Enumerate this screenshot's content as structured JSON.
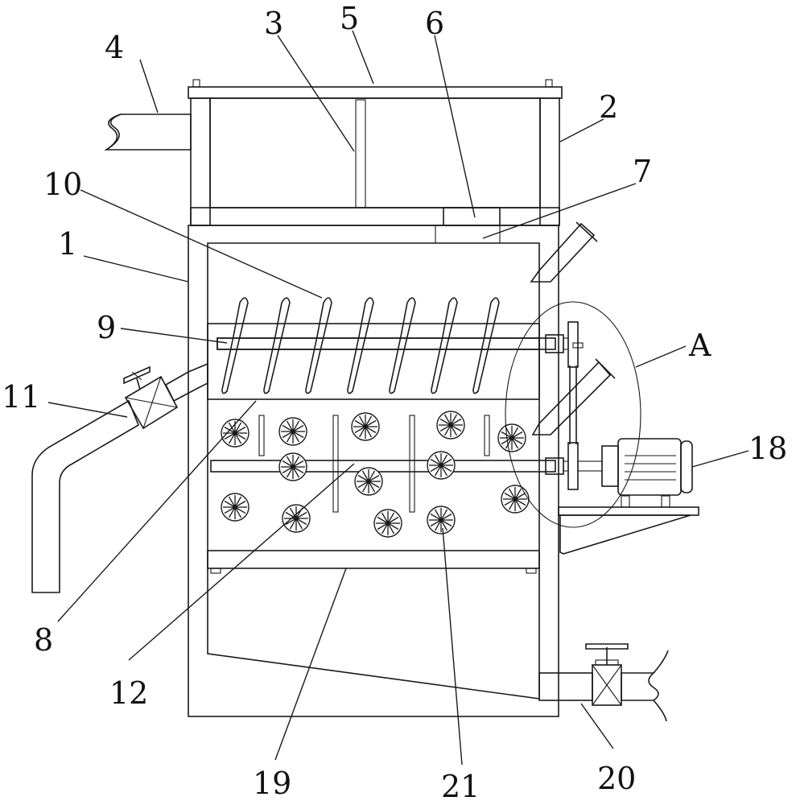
{
  "labels": {
    "n1": "1",
    "n2": "2",
    "n3": "3",
    "n4": "4",
    "n5": "5",
    "n6": "6",
    "n7": "7",
    "n8": "8",
    "n9": "9",
    "n10": "10",
    "n11": "11",
    "n12": "12",
    "n18": "18",
    "n19": "19",
    "n20": "20",
    "n21": "21",
    "nA": "A"
  },
  "colors": {
    "line": "#1a1a1a",
    "background": "#ffffff"
  }
}
